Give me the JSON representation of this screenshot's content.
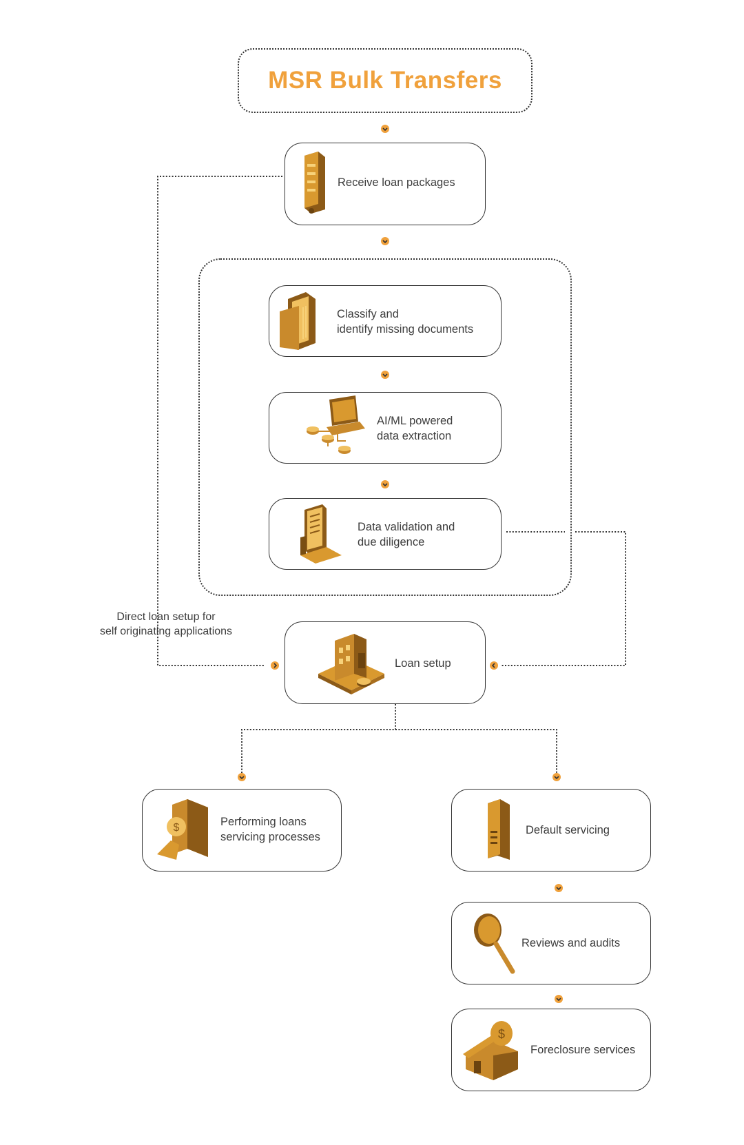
{
  "title": "MSR Bulk Transfers",
  "steps": {
    "receive": "Receive loan packages",
    "classify": "Classify and\nidentify missing documents",
    "extract": "AI/ML powered\ndata extraction",
    "validate": "Data validation and\ndue diligence",
    "loan_setup": "Loan setup",
    "performing": "Performing loans\nservicing processes",
    "default": "Default servicing",
    "reviews": "Reviews and audits",
    "foreclosure": "Foreclosure services"
  },
  "side_note": "Direct loan setup for\nself originating applications",
  "icons": {
    "receive": "document-tablet-icon",
    "classify": "folder-icon",
    "extract": "laptop-network-icon",
    "validate": "report-laptop-icon",
    "loan_setup": "building-setup-icon",
    "performing": "money-document-icon",
    "default": "tall-document-icon",
    "reviews": "magnifier-icon",
    "foreclosure": "house-money-icon"
  },
  "colors": {
    "accent": "#f0a13c",
    "gold": "#c98a2c",
    "gold_dark": "#7a4e12",
    "line": "#333333"
  }
}
